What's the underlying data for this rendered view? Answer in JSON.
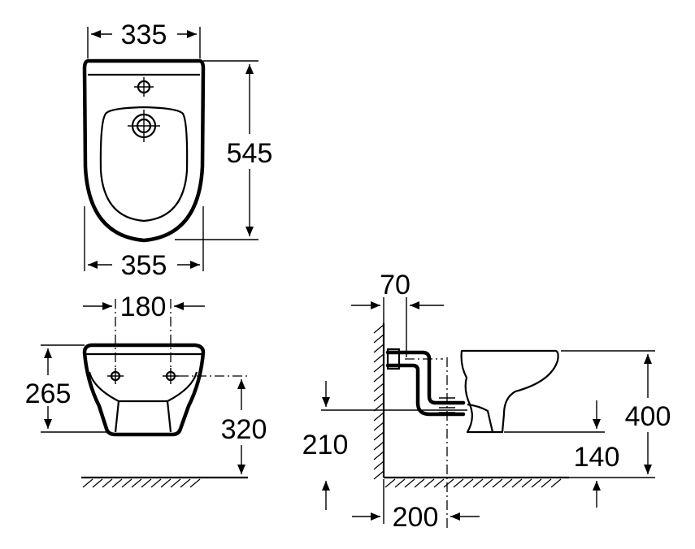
{
  "dimensions": {
    "top_width_upper": "335",
    "top_width_lower": "355",
    "top_depth": "545",
    "front_hole_spacing": "180",
    "front_height": "265",
    "front_fix_height": "320",
    "side_wall_offset": "70",
    "side_waste_height": "210",
    "side_waste_offset": "200",
    "side_bowl_clearance": "140",
    "side_rim_height": "400"
  }
}
